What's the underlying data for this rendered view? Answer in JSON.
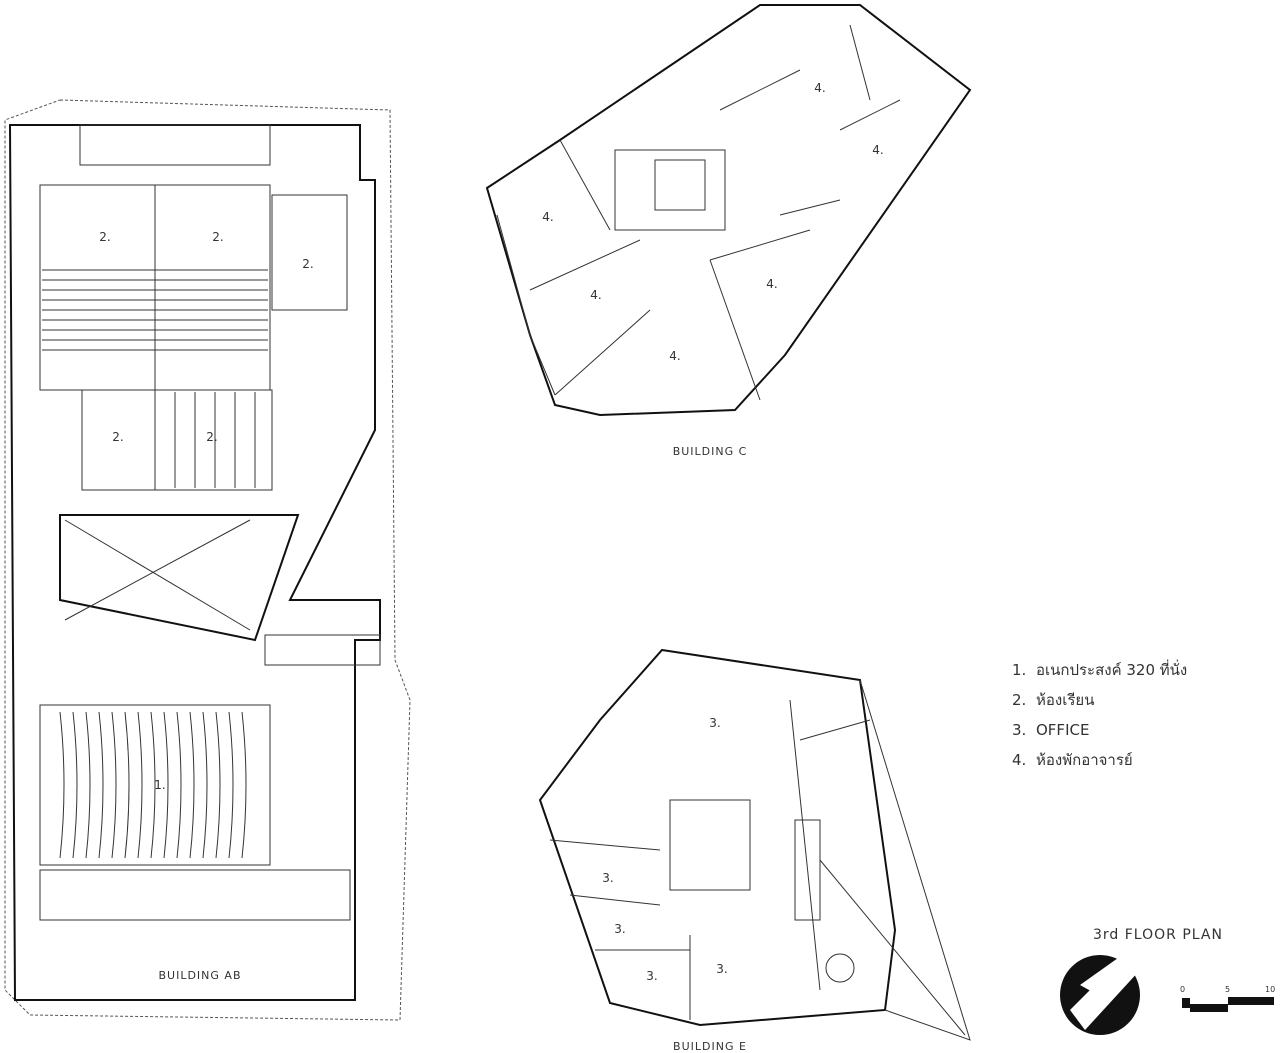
{
  "plan_title": "3rd FLOOR PLAN",
  "buildings": [
    {
      "name": "BUILDING AB",
      "rooms": [
        "2.",
        "2.",
        "2.",
        "2.",
        "2.",
        "1."
      ]
    },
    {
      "name": "BUILDING C",
      "rooms": [
        "4.",
        "4.",
        "4.",
        "4.",
        "4.",
        "4."
      ]
    },
    {
      "name": "BUILDING E",
      "rooms": [
        "3.",
        "3.",
        "3.",
        "3.",
        "3."
      ]
    }
  ],
  "legend": [
    {
      "num": "1.",
      "label": "อเนกประสงค์ 320 ที่นั่ง"
    },
    {
      "num": "2.",
      "label": "ห้องเรียน"
    },
    {
      "num": "3.",
      "label": "OFFICE"
    },
    {
      "num": "4.",
      "label": "ห้องพักอาจารย์"
    }
  ],
  "north_arrow": "north-arrow-icon",
  "scale_bar": {
    "ticks": [
      "0",
      "5",
      "10"
    ]
  },
  "colors": {
    "line": "#111111",
    "background": "#ffffff"
  }
}
